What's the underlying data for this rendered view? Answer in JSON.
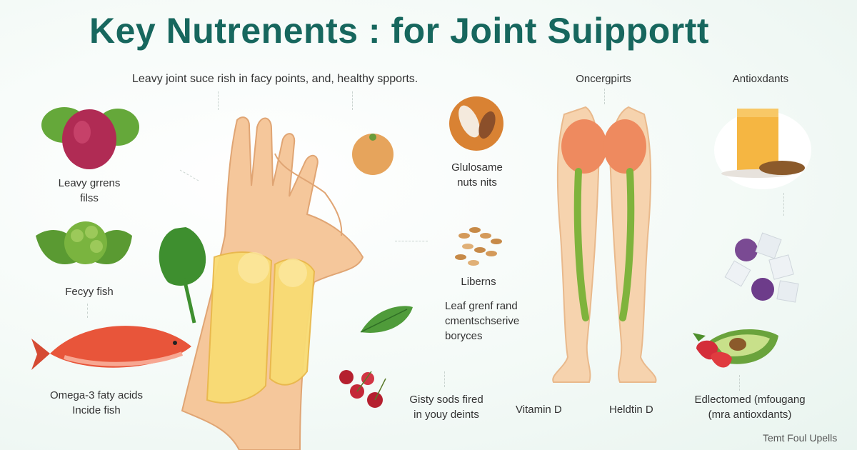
{
  "title": "Key Nutrenents : for Joint Suipportt",
  "subtitle": "Leavy joint suce rish in facy points, and, healthy spports.",
  "labels": {
    "leafy_greens": [
      "Leavy grrens",
      "filss"
    ],
    "fatty_fish": "Fecyy fish",
    "omega3": [
      "Omega-3 faty acids",
      "Incide fish"
    ],
    "glucosamine": [
      "Glulosame",
      "nuts nits"
    ],
    "liberns": "Liberns",
    "leaf_green": [
      "Leaf grenf rand",
      "cmentschserive",
      "boryces"
    ],
    "gisty_seeds": [
      "Gisty sods fired",
      "in youy deints"
    ],
    "onergprits": "Oncergpirts",
    "antioxidants": "Antioxdants",
    "vitamin_d": "Vitamin D",
    "heldtin_d": "Heldtin D",
    "edlectomed": [
      "Edlectomed (mfougang",
      "(mra antioxdants)"
    ],
    "footer": "Temt Foul Upells"
  },
  "colors": {
    "title": "#17675e",
    "accent_green": "#5fa33a",
    "skin": "#f3c9a0",
    "bone": "#f7d56a",
    "salmon": "#e8553a"
  },
  "icons": [
    "beet-icon",
    "broccoli-icon",
    "kale-icon",
    "salmon-icon",
    "hand-joints-icon",
    "orange-icon",
    "almond-icon",
    "grains-icon",
    "leaf-icon",
    "cherries-icon",
    "legs-knees-icon",
    "cheese-icon",
    "grapes-icon",
    "avocado-strawberry-icon"
  ]
}
